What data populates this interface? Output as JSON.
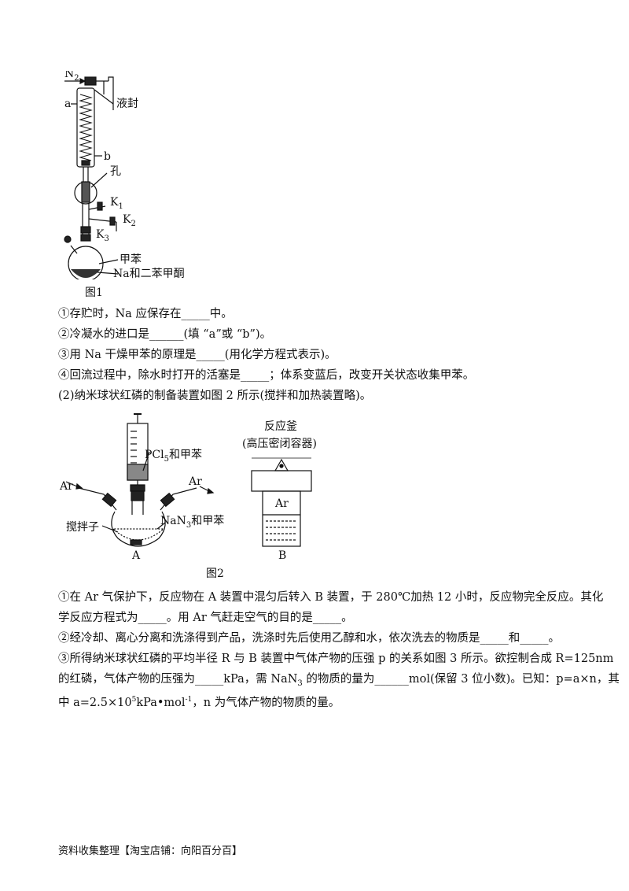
{
  "fig1": {
    "label_n2": "N",
    "label_n2_sub": "2",
    "label_a": "a",
    "label_b": "b",
    "label_liquid_seal": "液封",
    "label_hole": "孔",
    "label_k": "K",
    "label_k1_sub": "1",
    "label_k2_sub": "2",
    "label_k3_sub": "3",
    "label_toluene": "甲苯",
    "label_na_mix": "Na和二苯甲酮",
    "caption": "图1"
  },
  "q1": {
    "line1": "①存贮时，Na 应保存在_____中。",
    "line2": "②冷凝水的进口是______(填 “a”或 “b”)。",
    "line3": "③用 Na 干燥甲苯的原理是_____(用化学方程式表示)。",
    "line4": "④回流过程中，除水时打开的活塞是_____；体系变蓝后，改变开关状态收集甲苯。"
  },
  "q2_title": "(2)纳米球状红磷的制备装置如图 2 所示(搅拌和加热装置略)。",
  "fig2": {
    "label_pcl": "PCl",
    "label_pcl_sub": "5",
    "label_pcl_tail": "和甲苯",
    "label_ar_left": "Ar",
    "label_ar_right": "Ar",
    "label_nan3": "NaN",
    "label_nan3_sub": "3",
    "label_nan3_tail": "和甲苯",
    "label_stirrer": "搅拌子",
    "label_a": "A",
    "label_reactor": "反应釜",
    "label_reactor_note": "(高压密闭容器)",
    "label_ar_inside": "Ar",
    "label_b": "B",
    "caption": "图2"
  },
  "q2": {
    "l1a": "①在 Ar 气保护下，反应物在 A 装置中混匀后转入 B 装置，于 280℃加热 12 小时，反应物完全反应。其化",
    "l1b": "学反应方程式为_____。用 Ar 气赶走空气的目的是_____。",
    "l2": "②经冷却、离心分离和洗涤得到产品，洗涤时先后使用乙醇和水，依次洗去的物质是_____和_____。",
    "l3a": "③所得纳米球状红磷的平均半径 R 与 B 装置中气体产物的压强 p 的关系如图 3 所示。欲控制合成 R=125nm",
    "l3b_1": "的红磷，气体产物的压强为_____kPa，需 NaN",
    "l3b_sub": "3",
    "l3b_2": " 的物质的量为______mol(保留 3 位小数)。已知：p=a×n，其",
    "l3c_1": "中 a=2.5×10",
    "l3c_sup1": "5",
    "l3c_2": "kPa•mol",
    "l3c_sup2": "-1",
    "l3c_3": "，n 为气体产物的物质的量。"
  },
  "footer": "资料收集整理【淘宝店铺：向阳百分百】"
}
